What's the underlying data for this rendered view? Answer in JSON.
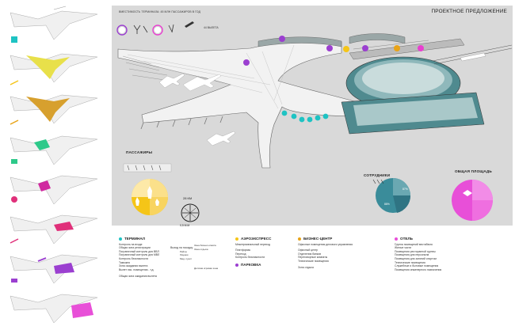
{
  "panel": {
    "title": "ВМЕСТИМОСТЬ ТЕРМИНАЛА: 45 МЛН ПАССАЖИРОВ В ГОД",
    "heading": "ПРОЕКТНОЕ ПРЕДЛОЖЕНИЕ",
    "flight_count": "44 ВЫЛЕТА",
    "passengers_title": "ПАССАЖИРЫ",
    "staff_title": "СОТРУДНИКИ",
    "area_title": "ОБЩАЯ ПЛОЩАДЬ",
    "distance_label": "28 КМ",
    "distance_value": "0,5 М.М",
    "staff_pct": "87%",
    "staff_pct2": "88%"
  },
  "legend": {
    "terminal": {
      "title": "ТЕРМИНАЛ",
      "items": [
        "Контроль на входе",
        "Общая зона регистрации",
        "Пограничный контроль для ВВЛ",
        "Пограничный контроль для МВЛ",
        "Контроль безопасности",
        "Таможня",
        "Зона ожидания вылета",
        "Вылет пас. помещения - т.д.",
        "Общая зона ожидания вылета"
      ]
    },
    "terminal_mid": {
      "items": [
        "Выход на посадку",
        "Рейсы",
        "Лаунжи",
        "Мед. пункт"
      ]
    },
    "terminal_right": {
      "items": [
        "Зона бизнес-класса",
        "Зона отдыха",
        "Детская игровая зона"
      ]
    },
    "aeroexpress": {
      "title": "АЭРОЭКСПРЕСС",
      "subtitle": "Межтерминальный переход",
      "items": [
        "Платформы",
        "Переход",
        "Контроль безопасности"
      ]
    },
    "parking": {
      "title": "ПАРКОВКА"
    },
    "business": {
      "title": "БИЗНЕС-ЦЕНТР",
      "items": [
        "Офисные помещения делового управления",
        "Офисный центр",
        "Отделения банков",
        "Переговорные комнаты",
        "Технические помещения",
        "Зона отдыха"
      ]
    },
    "hotel": {
      "title": "ОТЕЛЬ",
      "items": [
        "Группа помещений вестибюля",
        "Жилые части",
        "Помещения ресторанной группы",
        "Помещения для персонала",
        "Помещения для занятий спортом",
        "Технические помещения",
        "Служебные и бытовые помещения",
        "Помещения инженерного назначения"
      ]
    }
  },
  "colors": {
    "teal": "#1ec3c3",
    "yellow": "#f5c518",
    "orange": "#e8a317",
    "purple": "#9b3fd0",
    "magenta": "#e83fd0",
    "green": "#2ec98a",
    "pink": "#e0307a",
    "hotel": "#e84fd8",
    "staff_teal": "#3a8c9a"
  }
}
